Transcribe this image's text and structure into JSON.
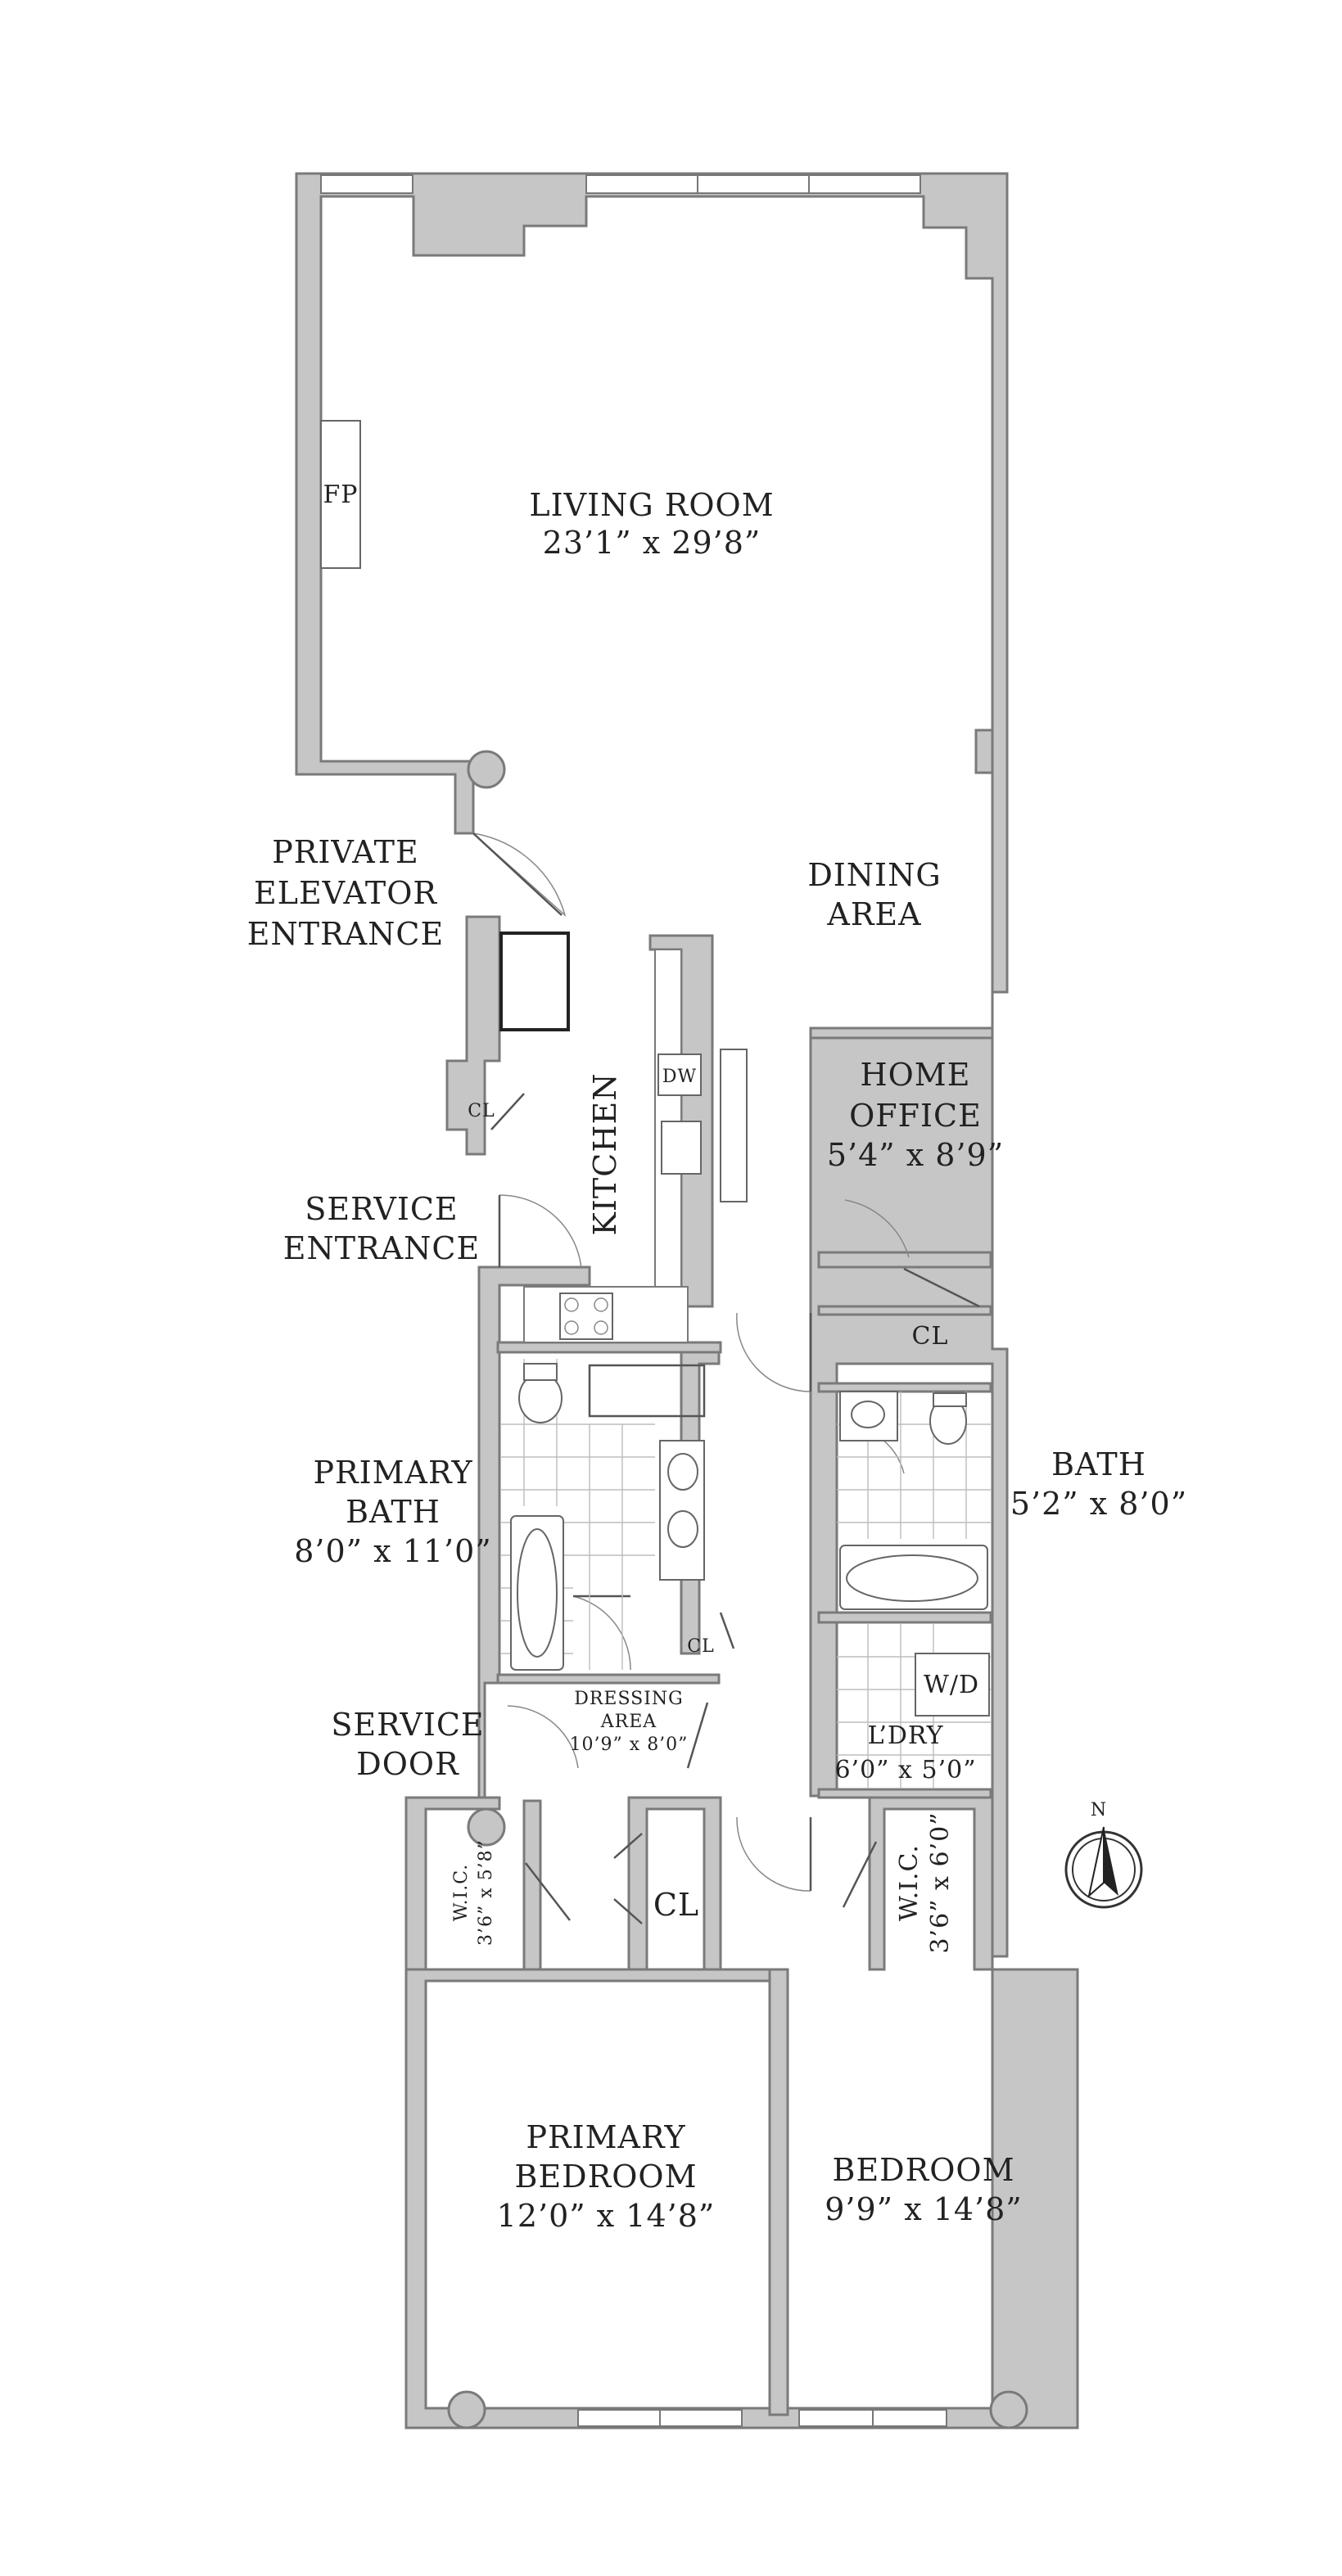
{
  "plan_title": "Apartment floor plan",
  "rooms": {
    "living": {
      "name": "LIVING ROOM",
      "size": "23’1” x 29’8”"
    },
    "fireplace": {
      "name": "FP"
    },
    "dining": {
      "line1": "DINING",
      "line2": "AREA"
    },
    "elevator": {
      "line1": "PRIVATE",
      "line2": "ELEVATOR",
      "line3": "ENTRANCE"
    },
    "kitchen": {
      "name": "KITCHEN",
      "dw": "DW"
    },
    "kitchen_closet": {
      "name": "CL"
    },
    "service_entrance": {
      "line1": "SERVICE",
      "line2": "ENTRANCE"
    },
    "home_office": {
      "line1": "HOME",
      "line2": "OFFICE",
      "size": "5’4” x 8’9”"
    },
    "office_closet": {
      "name": "CL"
    },
    "primary_bath": {
      "line1": "PRIMARY",
      "line2": "BATH",
      "size": "8’0” x 11’0”"
    },
    "bath": {
      "name": "BATH",
      "size": "5’2” x 8’0”"
    },
    "dressing": {
      "line1": "DRESSING",
      "line2": "AREA",
      "size": "10’9” x 8’0”"
    },
    "dressing_closet": {
      "name": "CL"
    },
    "laundry": {
      "name": "L’DRY",
      "size": "6’0” x 5’0”",
      "wd": "W/D"
    },
    "service_door": {
      "line1": "SERVICE",
      "line2": "DOOR"
    },
    "wic_primary": {
      "name": "W.I.C.",
      "size": "3’6” x 5’8”"
    },
    "hall_closet": {
      "name": "CL"
    },
    "wic_bedroom": {
      "name": "W.I.C.",
      "size": "3’6” x 6’0”"
    },
    "primary_bedroom": {
      "line1": "PRIMARY",
      "line2": "BEDROOM",
      "size": "12’0” x 14’8”"
    },
    "bedroom": {
      "name": "BEDROOM",
      "size": "9’9” x 14’8”"
    }
  },
  "compass": {
    "label": "N"
  },
  "colors": {
    "wall": "#c6c6c6",
    "wall_edge": "#7a7a7a",
    "text": "#222222"
  }
}
